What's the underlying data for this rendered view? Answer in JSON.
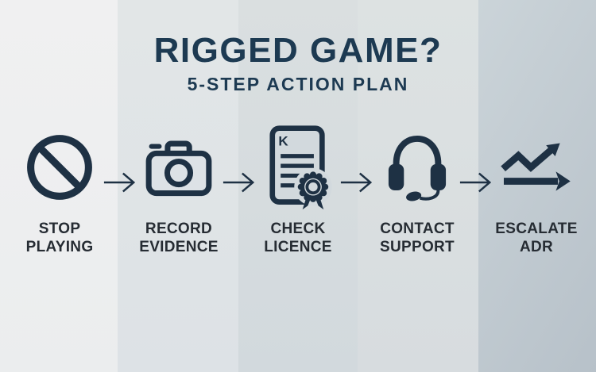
{
  "header": {
    "title": "RIGGED GAME?",
    "subtitle": "5-STEP ACTION PLAN"
  },
  "steps": [
    {
      "label_line1": "STOP",
      "label_line2": "PLAYING",
      "icon": "no-entry-icon"
    },
    {
      "label_line1": "RECORD",
      "label_line2": "EVIDENCE",
      "icon": "camera-icon"
    },
    {
      "label_line1": "CHECK",
      "label_line2": "LICENCE",
      "icon": "certificate-icon",
      "doc_mark": "K"
    },
    {
      "label_line1": "CONTACT",
      "label_line2": "SUPPORT",
      "icon": "headset-icon"
    },
    {
      "label_line1": "ESCALATE",
      "label_line2": "ADR",
      "icon": "trend-escalate-icon"
    }
  ],
  "connector_icon": "right-arrow-icon",
  "colors": {
    "title_navy": "#1d3a52",
    "icon_navy": "#1e3144",
    "label_text": "#262c33",
    "bands": [
      {
        "top": "#f0f0f1",
        "bottom": "#ebedee"
      },
      {
        "top": "#e2e6e7",
        "bottom": "#dde2e6"
      },
      {
        "top": "#dadfe0",
        "bottom": "#d2d9dd"
      },
      {
        "top": "#dde2e2",
        "bottom": "#d7dcdf"
      },
      {
        "top": "#cbd4d9",
        "bottom": "#b7c1c9"
      }
    ]
  }
}
